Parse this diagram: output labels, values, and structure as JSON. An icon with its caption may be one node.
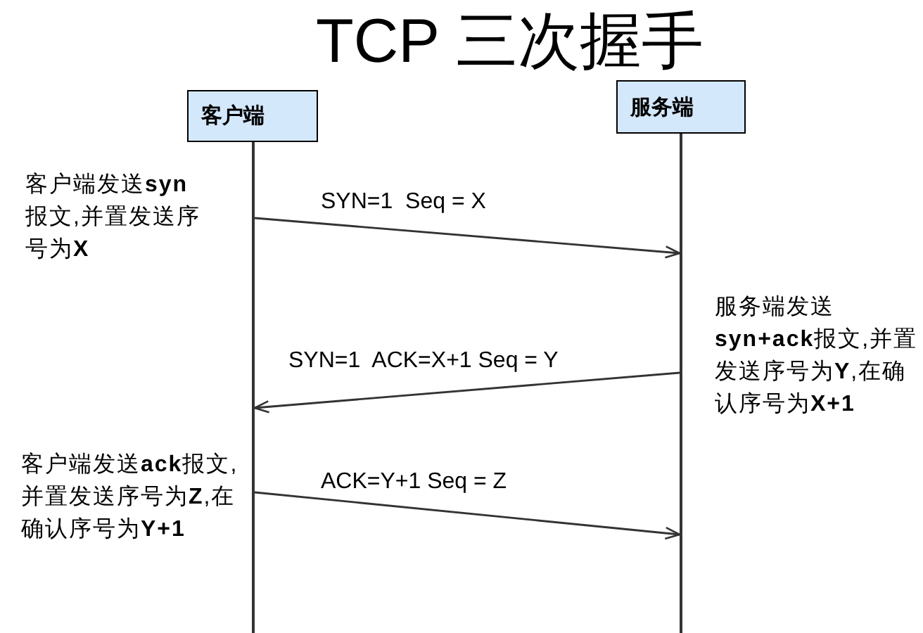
{
  "diagram": {
    "title": "TCP 三次握手",
    "nodes": [
      {
        "text": [
          "客户端"
        ]
      },
      {
        "text": [
          "服务端"
        ]
      }
    ],
    "edges": [
      {
        "from": 0,
        "to": 1,
        "arrow": "to",
        "label": "SYN=1  Seq = X"
      },
      {
        "from": 1,
        "to": 0,
        "arrow": "to",
        "label": "SYN=1  ACK=X+1 Seq = Y"
      },
      {
        "from": 0,
        "to": 1,
        "arrow": "to",
        "label": "ACK=Y+1 Seq = Z"
      }
    ],
    "labels": [
      "客户端发送**syn**报文,并置发送序号为**X**",
      "服务端发送**syn+ack**报文,并置发送序号为**Y**,在确认序号为**X+1**",
      "客户端发送**ack**报文,并置发送序号为**Z**,在确认序号为**Y+1**"
    ]
  }
}
